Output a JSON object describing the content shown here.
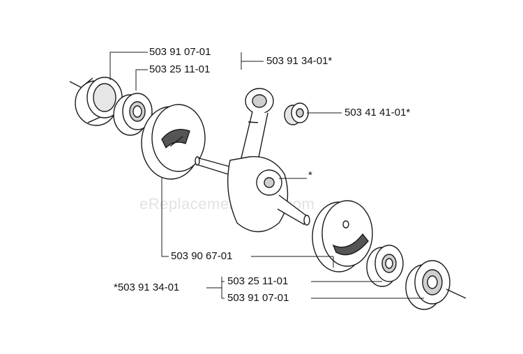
{
  "watermark": "eReplacementParts.com",
  "labels": {
    "top_bearing_housing": "503 91 07-01",
    "top_bearing": "503 25 11-01",
    "top_group": "503 91 34-01*",
    "needle_bearing": "503 41 41-01*",
    "crank_marker": "*",
    "flywheel_half": "503 90 67-01",
    "bottom_group": "*503 91 34-01",
    "bottom_bearing": "503 25 11-01",
    "bottom_bearing_housing": "503 91 07-01"
  },
  "colors": {
    "line": "#1a1a1a",
    "shade": "#cfcfcf",
    "dark": "#555555"
  }
}
